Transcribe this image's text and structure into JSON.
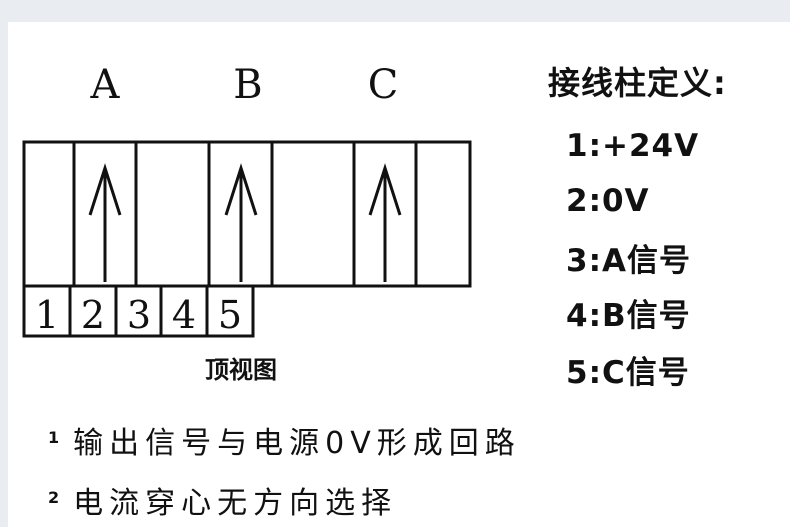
{
  "phases": [
    "A",
    "B",
    "C"
  ],
  "terminals": [
    "1",
    "2",
    "3",
    "4",
    "5"
  ],
  "caption": "顶视图",
  "legend": {
    "title": "接线柱定义:",
    "items": [
      "1:+24V",
      "2:0V",
      "3:A信号",
      "4:B信号",
      "5:C信号"
    ]
  },
  "notes": [
    {
      "marker": "1",
      "text": "输出信号与电源0V形成回路"
    },
    {
      "marker": "2",
      "text": "电流穿心无方向选择"
    }
  ]
}
